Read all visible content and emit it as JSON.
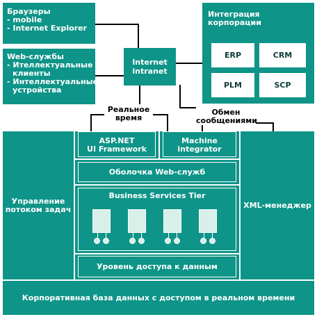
{
  "browsers": {
    "title": "Браузеры",
    "items": [
      "- mobile",
      "- Internet Explorer"
    ]
  },
  "web_services_top": {
    "title": "Web-службы",
    "items": [
      "- Ителлектуальные",
      "  клиенты",
      "- Интеллектуальные",
      "  устройства"
    ]
  },
  "internet": {
    "lines": [
      "Internet",
      "intranet"
    ]
  },
  "integration": {
    "title_lines": [
      "Интеграция",
      "корпорации"
    ],
    "systems": [
      "ERP",
      "CRM",
      "PLM",
      "SCP"
    ]
  },
  "connectors": {
    "realtime_lines": [
      "Реальное",
      "время"
    ],
    "messaging_lines": [
      "Обмен",
      "сообщениями"
    ]
  },
  "aspnet": {
    "lines": [
      "ASP.NET",
      "UI Framework"
    ]
  },
  "machine": {
    "lines": [
      "Machine",
      "integrator"
    ]
  },
  "workflow": {
    "lines": [
      "Управление",
      "потоком задач"
    ]
  },
  "xml_manager": {
    "label": "XML-менеджер"
  },
  "ws_shell": {
    "label": "Оболочка Web-служб"
  },
  "business_tier": {
    "label": "Business Services Tier",
    "component_count": 4
  },
  "data_access": {
    "label": "Уровень доступа к данным"
  },
  "database": {
    "label": "Корпоративная база данных с доступом в реальном времени"
  },
  "colors": {
    "primary": "#0e9488",
    "component_fill": "#d9efe9",
    "background": "#ffffff"
  }
}
